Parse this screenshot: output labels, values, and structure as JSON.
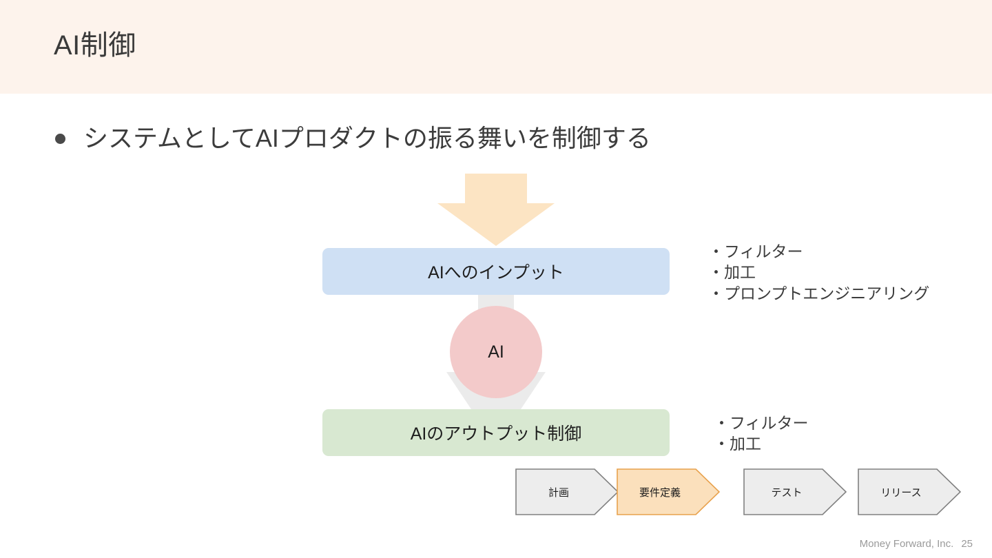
{
  "slide": {
    "title": "AI制御",
    "header_bg": "#fdf3ec",
    "bullet": "システムとしてAIプロダクトの振る舞いを制御する",
    "bullet_marker": "bullet-dot"
  },
  "diagram": {
    "arrow_top": {
      "name": "down-arrow-icon",
      "color": "#fce4c3"
    },
    "input_box": {
      "label": "AIへのインプット",
      "color": "#cfe0f4"
    },
    "ai_node": {
      "label": "AI",
      "color": "#f3caca"
    },
    "output_box": {
      "label": "AIのアウトプット制御",
      "color": "#d8e8d1"
    },
    "connector_color": "#eaeaea",
    "annotations": {
      "input": [
        "・フィルター",
        "・加工",
        "・プロンプトエンジニアリング"
      ],
      "output": [
        "・フィルター",
        "・加工"
      ]
    }
  },
  "phases": {
    "items": [
      {
        "label": "計画",
        "highlighted": false
      },
      {
        "label": "要件定義",
        "highlighted": true
      },
      {
        "label": "テスト",
        "highlighted": false
      },
      {
        "label": "リリース",
        "highlighted": false
      }
    ],
    "fill_default": "#ededed",
    "stroke_default": "#808080",
    "fill_highlight": "#fbe0bc",
    "stroke_highlight": "#e8a14c"
  },
  "footer": {
    "company": "Money Forward, Inc.",
    "page_number": "25"
  }
}
